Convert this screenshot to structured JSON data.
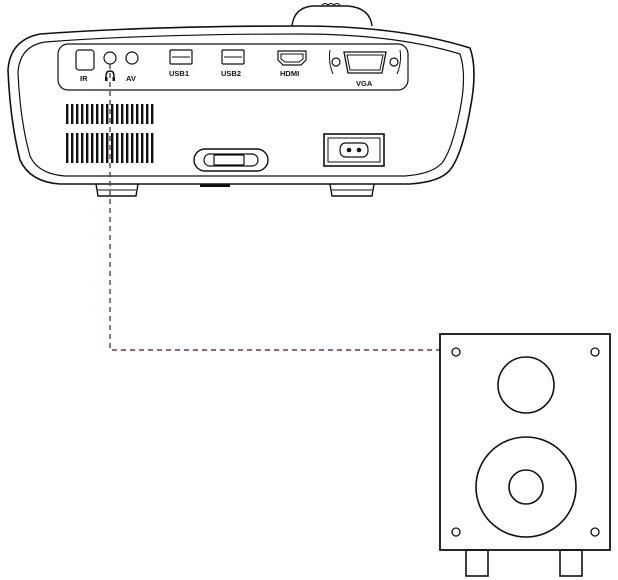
{
  "diagram": {
    "projector_ports": {
      "ir": "IR",
      "av": "AV",
      "usb1": "USB1",
      "usb2": "USB2",
      "hdmi": "HDMI",
      "vga": "VGA"
    },
    "headphone_jack_icon": "headphone-icon",
    "connection_style": "dashed",
    "colors": {
      "line_art": "#111111",
      "cable": "#6b3b3b",
      "background": "#ffffff"
    }
  }
}
